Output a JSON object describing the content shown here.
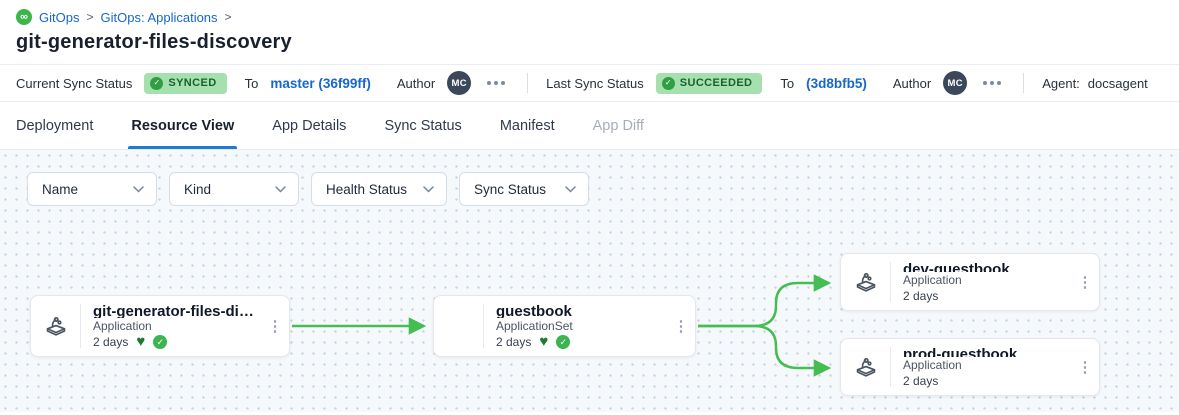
{
  "breadcrumb": {
    "separator": ">",
    "items": [
      {
        "label": "GitOps"
      },
      {
        "label": "GitOps: Applications"
      }
    ]
  },
  "page_title": "git-generator-files-discovery",
  "status_bar": {
    "current_sync": {
      "label": "Current Sync Status",
      "badge": "SYNCED",
      "to": "To",
      "revision": "master (36f99ff)",
      "author_label": "Author",
      "author_initials": "MC"
    },
    "last_sync": {
      "label": "Last Sync Status",
      "badge": "SUCCEEDED",
      "to": "To",
      "revision": "(3d8bfb5)",
      "author_label": "Author",
      "author_initials": "MC"
    },
    "agent": {
      "label": "Agent:",
      "value": "docsagent"
    }
  },
  "tabs": [
    {
      "label": "Deployment",
      "state": "normal"
    },
    {
      "label": "Resource View",
      "state": "active"
    },
    {
      "label": "App Details",
      "state": "normal"
    },
    {
      "label": "Sync Status",
      "state": "normal"
    },
    {
      "label": "Manifest",
      "state": "normal"
    },
    {
      "label": "App Diff",
      "state": "disabled"
    }
  ],
  "filters": [
    {
      "label": "Name"
    },
    {
      "label": "Kind"
    },
    {
      "label": "Health Status"
    },
    {
      "label": "Sync Status"
    }
  ],
  "graph": {
    "nodes": [
      {
        "title": "git-generator-files-disco...",
        "kind": "Application",
        "age": "2 days",
        "health_heart": true,
        "sync_check": true
      },
      {
        "title": "guestbook",
        "kind": "ApplicationSet",
        "age": "2 days",
        "health_heart": true,
        "sync_check": true
      },
      {
        "title": "dev-guestbook",
        "kind": "Application",
        "age": "2 days",
        "health_heart": false,
        "sync_check": false
      },
      {
        "title": "prod-guestbook",
        "kind": "Application",
        "age": "2 days",
        "health_heart": false,
        "sync_check": false
      }
    ],
    "edges": [
      {
        "from": "git-generator-files-disco...",
        "to": "guestbook"
      },
      {
        "from": "guestbook",
        "to": "dev-guestbook"
      },
      {
        "from": "guestbook",
        "to": "prod-guestbook"
      }
    ]
  },
  "colors": {
    "link_blue": "#1766cc",
    "tab_underline_blue": "#1f7ad4",
    "badge_bg_green": "#a7e0af",
    "badge_text_green": "#19602f",
    "badge_check_green": "#2f9e44",
    "edge_green": "#44bd52",
    "heart_green": "#1b7a2f",
    "gitops_icon_green": "#3db54a",
    "avatar_bg": "#3b4859"
  }
}
